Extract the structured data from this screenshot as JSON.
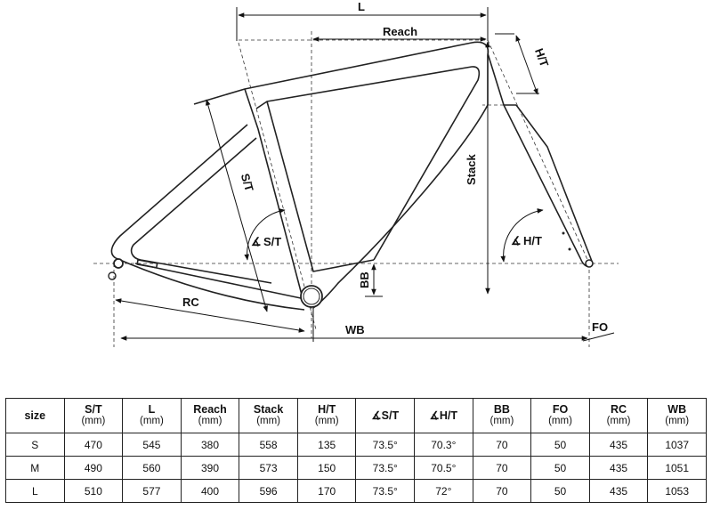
{
  "diagram": {
    "labels": {
      "L": "L",
      "reach": "Reach",
      "ht": "H/T",
      "stack": "Stack",
      "st": "S/T",
      "st_angle": "S/T",
      "ht_angle": "H/T",
      "bb": "BB",
      "rc": "RC",
      "wb": "WB",
      "fo": "FO"
    },
    "angle_symbol": "∡"
  },
  "table": {
    "columns": [
      {
        "label": "size",
        "unit": ""
      },
      {
        "label": "S/T",
        "unit": "(mm)"
      },
      {
        "label": "L",
        "unit": "(mm)"
      },
      {
        "label": "Reach",
        "unit": "(mm)"
      },
      {
        "label": "Stack",
        "unit": "(mm)"
      },
      {
        "label": "H/T",
        "unit": "(mm)"
      },
      {
        "label": "∡S/T",
        "unit": ""
      },
      {
        "label": "∡H/T",
        "unit": ""
      },
      {
        "label": "BB",
        "unit": "(mm)"
      },
      {
        "label": "FO",
        "unit": "(mm)"
      },
      {
        "label": "RC",
        "unit": "(mm)"
      },
      {
        "label": "WB",
        "unit": "(mm)"
      }
    ],
    "rows": [
      [
        "S",
        "470",
        "545",
        "380",
        "558",
        "135",
        "73.5°",
        "70.3°",
        "70",
        "50",
        "435",
        "1037"
      ],
      [
        "M",
        "490",
        "560",
        "390",
        "573",
        "150",
        "73.5°",
        "70.5°",
        "70",
        "50",
        "435",
        "1051"
      ],
      [
        "L",
        "510",
        "577",
        "400",
        "596",
        "170",
        "73.5°",
        "72°",
        "70",
        "50",
        "435",
        "1053"
      ]
    ]
  }
}
